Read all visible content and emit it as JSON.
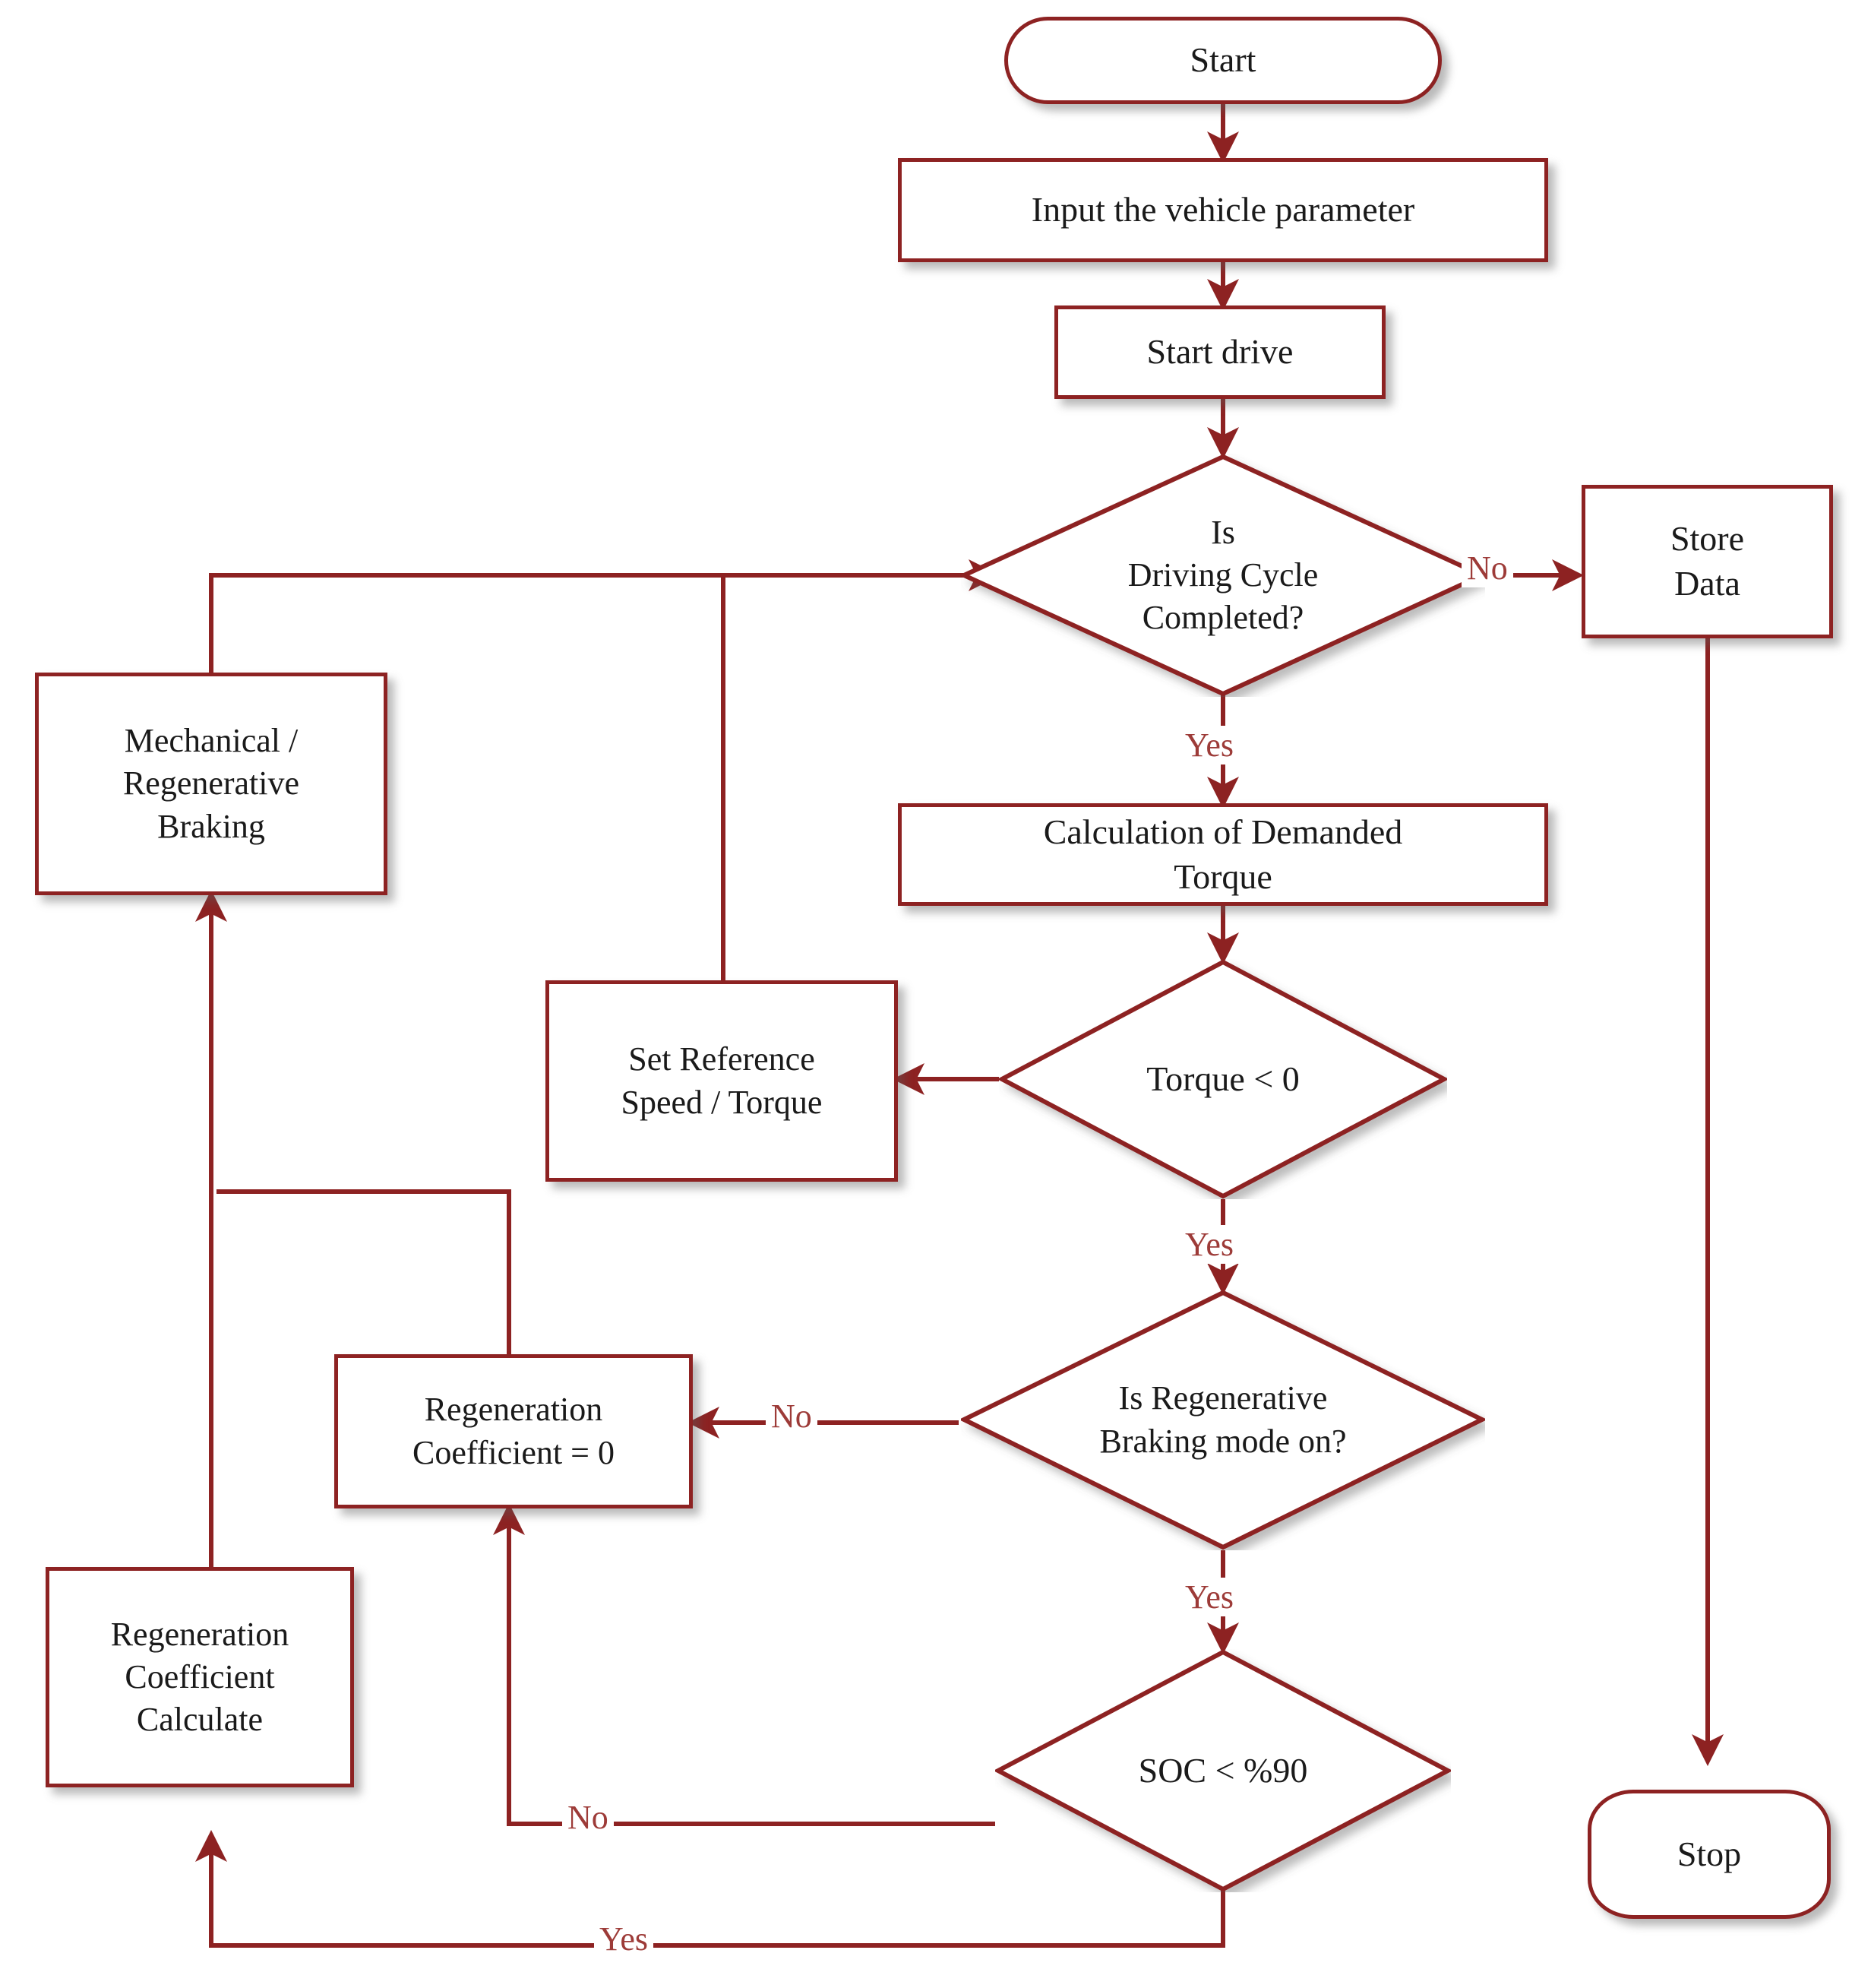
{
  "diagram": {
    "title": "Regenerative Braking Control Flowchart",
    "colors": {
      "stroke": "#8d2222",
      "edge_line": "#8d2222",
      "edge_label": "#9d3b38",
      "node_text": "#1a1a1a",
      "node_fill": "#ffffff",
      "background": "#ffffff"
    },
    "nodes": [
      {
        "id": "start",
        "shape": "terminal",
        "label": "Start"
      },
      {
        "id": "input_params",
        "shape": "process",
        "label": "Input the vehicle parameter"
      },
      {
        "id": "start_drive",
        "shape": "process",
        "label": "Start drive"
      },
      {
        "id": "cycle_done",
        "shape": "decision",
        "label": "Is\nDriving Cycle\nCompleted?"
      },
      {
        "id": "store_data",
        "shape": "process",
        "label": "Store\nData"
      },
      {
        "id": "calc_torque",
        "shape": "process",
        "label": "Calculation of Demanded\nTorque"
      },
      {
        "id": "torque_neg",
        "shape": "decision",
        "label": "Torque < 0"
      },
      {
        "id": "set_reference",
        "shape": "process",
        "label": "Set Reference\nSpeed / Torque"
      },
      {
        "id": "mech_regen_brake",
        "shape": "process",
        "label": "Mechanical /\nRegenerative\nBraking"
      },
      {
        "id": "regen_mode_on",
        "shape": "decision",
        "label": "Is Regenerative\nBraking mode on?"
      },
      {
        "id": "regen_coef_zero",
        "shape": "process",
        "label": "Regeneration\nCoefficient = 0"
      },
      {
        "id": "soc_check",
        "shape": "decision",
        "label": "SOC < %90"
      },
      {
        "id": "regen_coef_calc",
        "shape": "process",
        "label": "Regeneration\nCoefficient\nCalculate"
      },
      {
        "id": "stop",
        "shape": "terminal",
        "label": "Stop"
      }
    ],
    "edge_labels": {
      "cycle_done_no": "No",
      "cycle_done_yes": "Yes",
      "torque_neg_yes": "Yes",
      "regen_mode_no": "No",
      "regen_mode_yes": "Yes",
      "soc_no": "No",
      "soc_yes": "Yes"
    },
    "edges": [
      {
        "from": "start",
        "to": "input_params",
        "label": ""
      },
      {
        "from": "input_params",
        "to": "start_drive",
        "label": ""
      },
      {
        "from": "start_drive",
        "to": "cycle_done",
        "label": ""
      },
      {
        "from": "cycle_done",
        "to": "store_data",
        "label": "No"
      },
      {
        "from": "cycle_done",
        "to": "calc_torque",
        "label": "Yes"
      },
      {
        "from": "store_data",
        "to": "stop",
        "label": ""
      },
      {
        "from": "calc_torque",
        "to": "torque_neg",
        "label": ""
      },
      {
        "from": "torque_neg",
        "to": "set_reference",
        "label": ""
      },
      {
        "from": "torque_neg",
        "to": "regen_mode_on",
        "label": "Yes"
      },
      {
        "from": "set_reference",
        "to": "cycle_done",
        "label": ""
      },
      {
        "from": "mech_regen_brake",
        "to": "cycle_done",
        "label": ""
      },
      {
        "from": "regen_mode_on",
        "to": "regen_coef_zero",
        "label": "No"
      },
      {
        "from": "regen_mode_on",
        "to": "soc_check",
        "label": "Yes"
      },
      {
        "from": "regen_coef_zero",
        "to": "mech_regen_brake",
        "label": ""
      },
      {
        "from": "soc_check",
        "to": "regen_coef_zero",
        "label": "No"
      },
      {
        "from": "soc_check",
        "to": "regen_coef_calc",
        "label": "Yes"
      },
      {
        "from": "regen_coef_calc",
        "to": "mech_regen_brake",
        "label": ""
      }
    ]
  }
}
